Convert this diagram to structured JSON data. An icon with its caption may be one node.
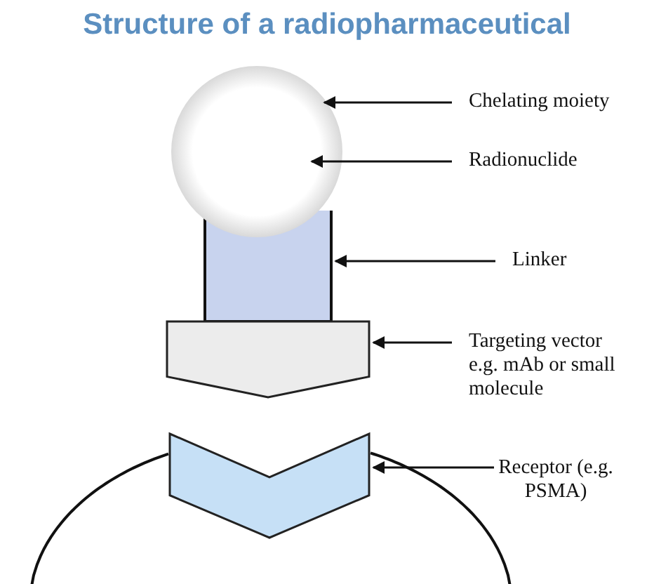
{
  "diagram": {
    "title": "Structure of a radiopharmaceutical",
    "nodes": [
      {
        "text": [],
        "shape": "circle"
      },
      {
        "text": [],
        "shape": "box"
      },
      {
        "text": [],
        "shape": "pentagon"
      },
      {
        "text": [],
        "shape": "chevron"
      },
      {
        "text": [
          "Chelating moiety"
        ]
      },
      {
        "text": [
          "Radionuclide"
        ]
      },
      {
        "text": [
          "Linker"
        ]
      },
      {
        "text": [
          "Targeting vector e.g. mAb or small molecule"
        ]
      },
      {
        "text": [
          "Receptor (e.g. PSMA)"
        ]
      }
    ],
    "edges": [
      {
        "from": 4,
        "to": 0,
        "arrow": "to"
      },
      {
        "from": 5,
        "to": 0,
        "arrow": "to"
      },
      {
        "from": 6,
        "to": 1,
        "arrow": "to"
      },
      {
        "from": 7,
        "to": 2,
        "arrow": "to"
      },
      {
        "from": 8,
        "to": 3,
        "arrow": "to"
      }
    ]
  }
}
